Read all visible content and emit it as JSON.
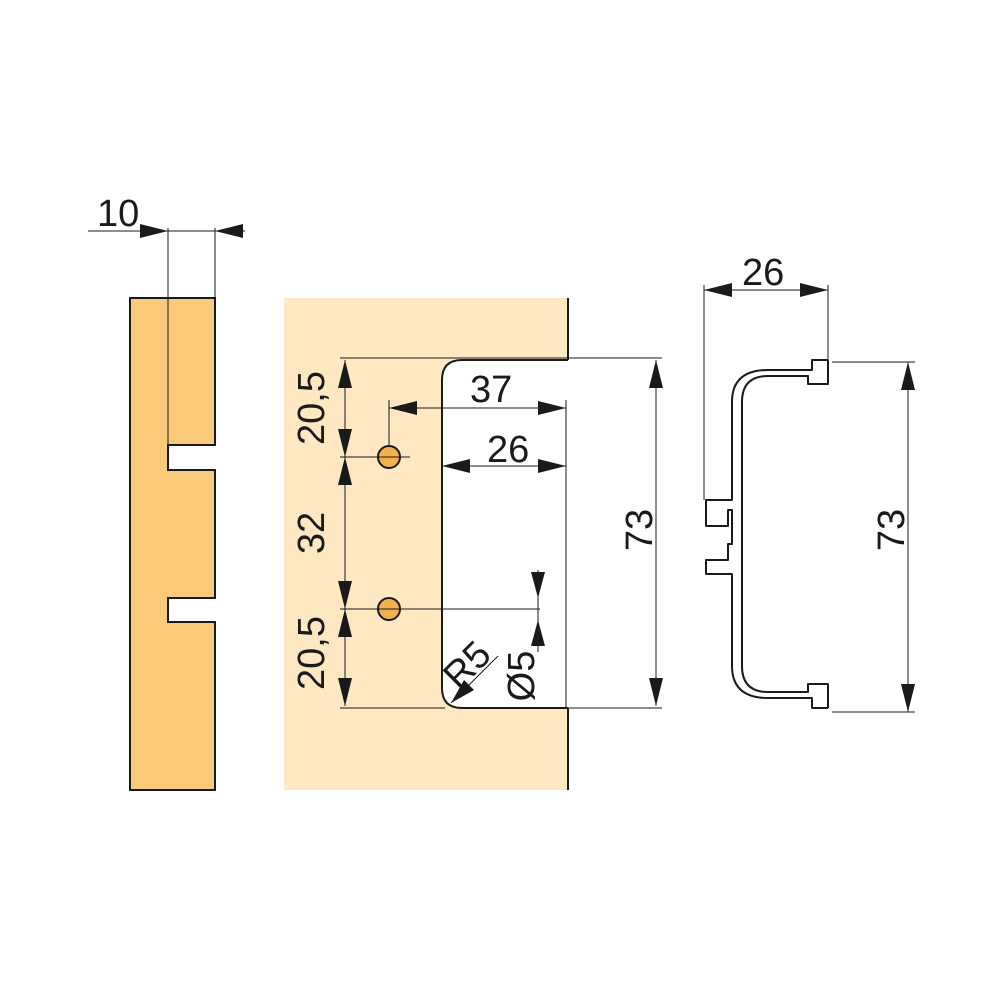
{
  "colors": {
    "panel_side": "#FBC97A",
    "panel_front": "#FDE8C2",
    "hole_fill": "#F2B14D",
    "line": "#1a1a1a",
    "background": "#ffffff"
  },
  "dimensions": {
    "side_groove_width": "10",
    "top_offset": "20,5",
    "hole_spacing": "32",
    "bottom_offset": "20,5",
    "hole_to_edge": "37",
    "cutout_depth": "26",
    "cutout_height": "73",
    "radius": "R5",
    "hole_diameter": "Ø5",
    "profile_width": "26",
    "profile_height": "73"
  }
}
